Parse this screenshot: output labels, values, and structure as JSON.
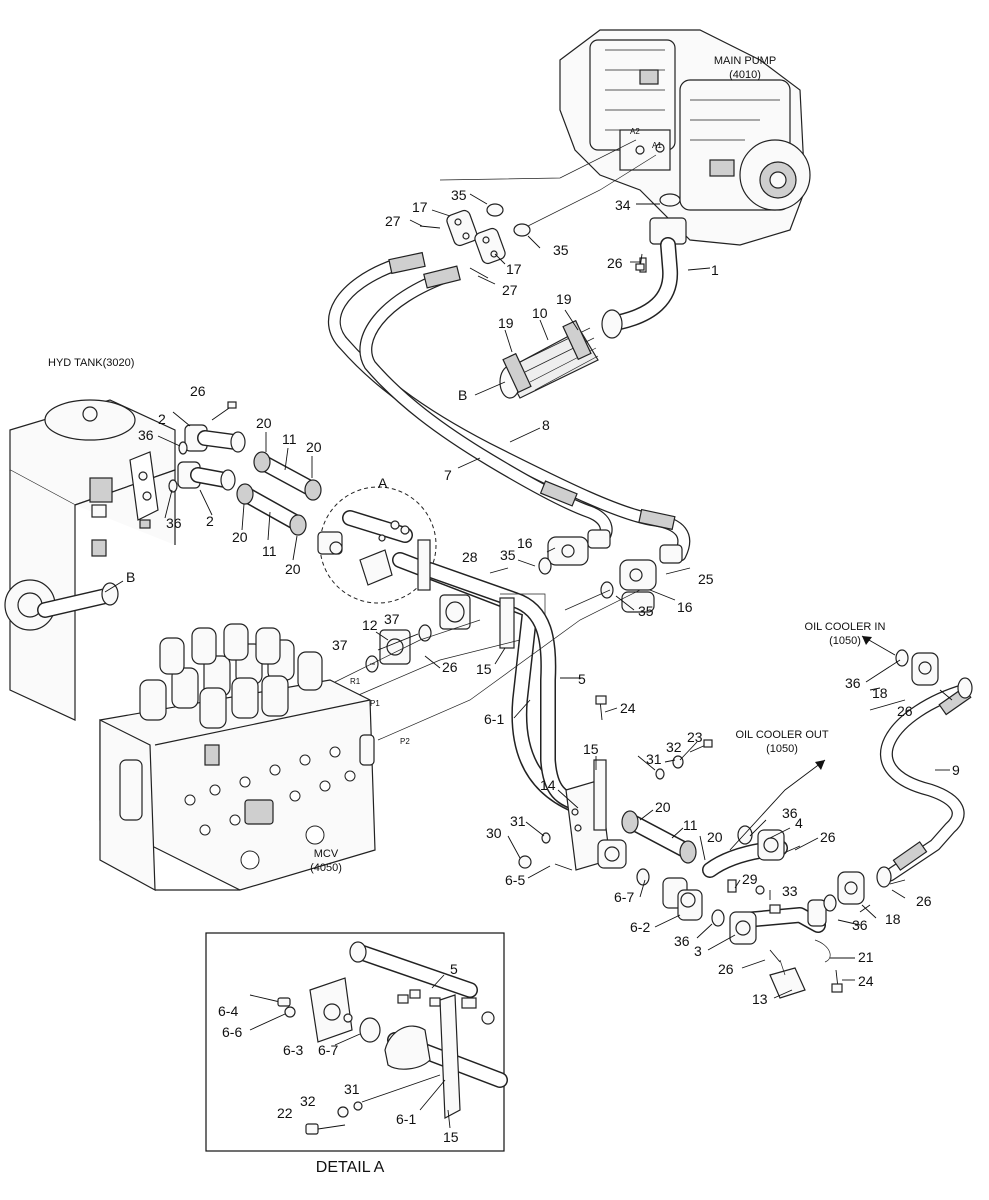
{
  "components": {
    "main_pump": "MAIN PUMP",
    "main_pump_code": "(4010)",
    "hyd_tank": "HYD TANK(3020)",
    "mcv": "MCV",
    "mcv_code": "(4050)",
    "oil_cooler_in": "OIL COOLER IN",
    "oil_cooler_in_code": "(1050)",
    "oil_cooler_out": "OIL COOLER OUT",
    "oil_cooler_out_code": "(1050)",
    "detail_title": "DETAIL A"
  },
  "ports": {
    "a1": "A1",
    "a2": "A2",
    "r1": "R1",
    "p1": "P1",
    "p2": "P2"
  },
  "callouts": {
    "c35a": "35",
    "c17a": "17",
    "c27a": "27",
    "c17b": "17",
    "c35b": "35",
    "c27b": "27",
    "c34": "34",
    "c26a": "26",
    "c1": "1",
    "c19a": "19",
    "c10": "10",
    "c19b": "19",
    "cB1": "B",
    "c26b": "26",
    "c2a": "2",
    "c36a": "36",
    "c20a": "20",
    "c11a": "11",
    "c20b": "20",
    "cA": "A",
    "c8": "8",
    "c7": "7",
    "c36b": "36",
    "c2b": "2",
    "c20c": "20",
    "c11b": "11",
    "c20d": "20",
    "c16a": "16",
    "c35c": "35",
    "c28": "28",
    "c25": "25",
    "c35d": "35",
    "c16b": "16",
    "cB2": "B",
    "c12": "12",
    "c37a": "37",
    "c37b": "37",
    "c26c": "26",
    "c15a": "15",
    "c5a": "5",
    "c6_1a": "6-1",
    "c24a": "24",
    "c23": "23",
    "c32a": "32",
    "c31a": "31",
    "c15b": "15",
    "c14": "14",
    "c20e": "20",
    "c11c": "11",
    "c31b": "31",
    "c30": "30",
    "c20f": "20",
    "c36c": "36",
    "c4": "4",
    "c26d": "26",
    "c6_5": "6-5",
    "c6_7a": "6-7",
    "c29": "29",
    "c33": "33",
    "c6_2": "6-2",
    "c36d": "36",
    "c3": "3",
    "c26e": "26",
    "c21": "21",
    "c24b": "24",
    "c13": "13",
    "c36e": "36",
    "c18a": "18",
    "c26f": "26",
    "c9": "9",
    "c36f": "36",
    "c18b": "18",
    "c26g": "26",
    "d5": "5",
    "d6_4": "6-4",
    "d6_6": "6-6",
    "d6_3": "6-3",
    "d6_7": "6-7",
    "d31": "31",
    "d32": "32",
    "d22": "22",
    "d6_1": "6-1",
    "d15": "15"
  }
}
